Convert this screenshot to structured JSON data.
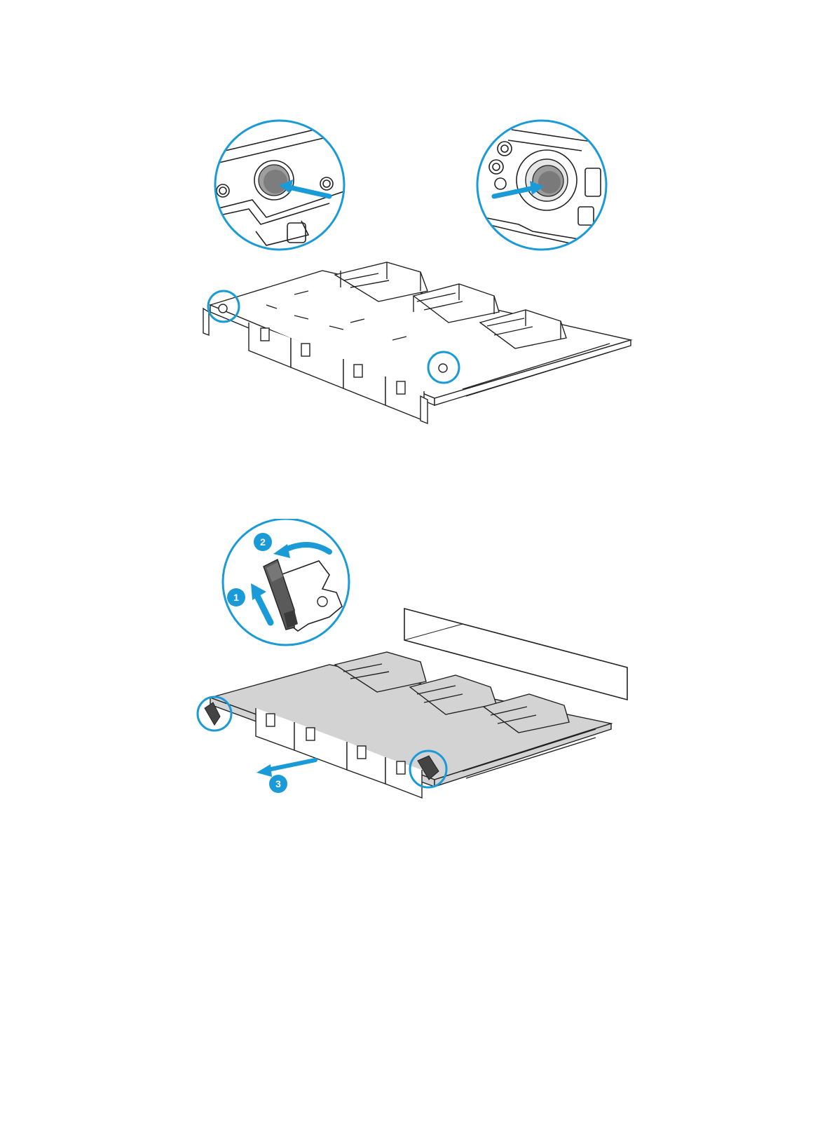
{
  "colors": {
    "accent": "#1a9bd7",
    "line": "#222222",
    "chassis_fill": "#ffffff",
    "chassis_fill_shaded": "#d3d3d3",
    "latch_fill": "#555555"
  },
  "figure_top": {
    "callouts": [
      {
        "icon": "push-button-closeup-left"
      },
      {
        "icon": "push-button-closeup-right"
      }
    ]
  },
  "figure_bottom": {
    "steps": [
      {
        "number": "1"
      },
      {
        "number": "2"
      },
      {
        "number": "3"
      }
    ]
  }
}
